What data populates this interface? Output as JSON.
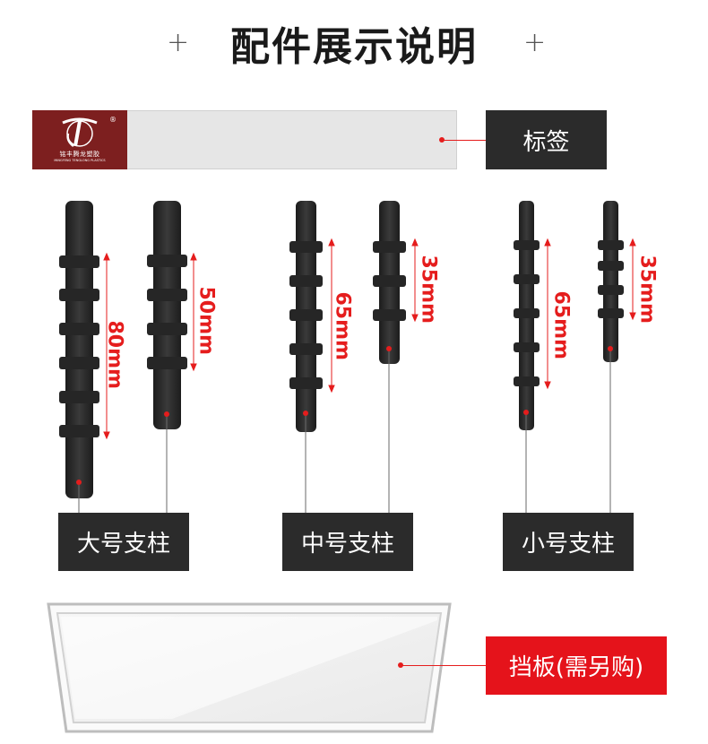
{
  "title": "配件展示说明",
  "plus_sign": "+",
  "tag": {
    "logo_name": "铭丰腾龙塑胶",
    "logo_sub": "MINGFENG TENGLONG PLASTICS",
    "label": "标签"
  },
  "pillars": [
    {
      "label": "大号支柱",
      "dims": [
        "80mm",
        "50mm"
      ]
    },
    {
      "label": "中号支柱",
      "dims": [
        "65mm",
        "35mm"
      ]
    },
    {
      "label": "小号支柱",
      "dims": [
        "65mm",
        "35mm"
      ]
    }
  ],
  "board": {
    "label": "挡板(需另购)"
  },
  "colors": {
    "accent_red": "#e5131b",
    "dark_label": "#2b2b2b",
    "brand_maroon": "#7d1f1f",
    "pillar": "#2a2a2a"
  }
}
